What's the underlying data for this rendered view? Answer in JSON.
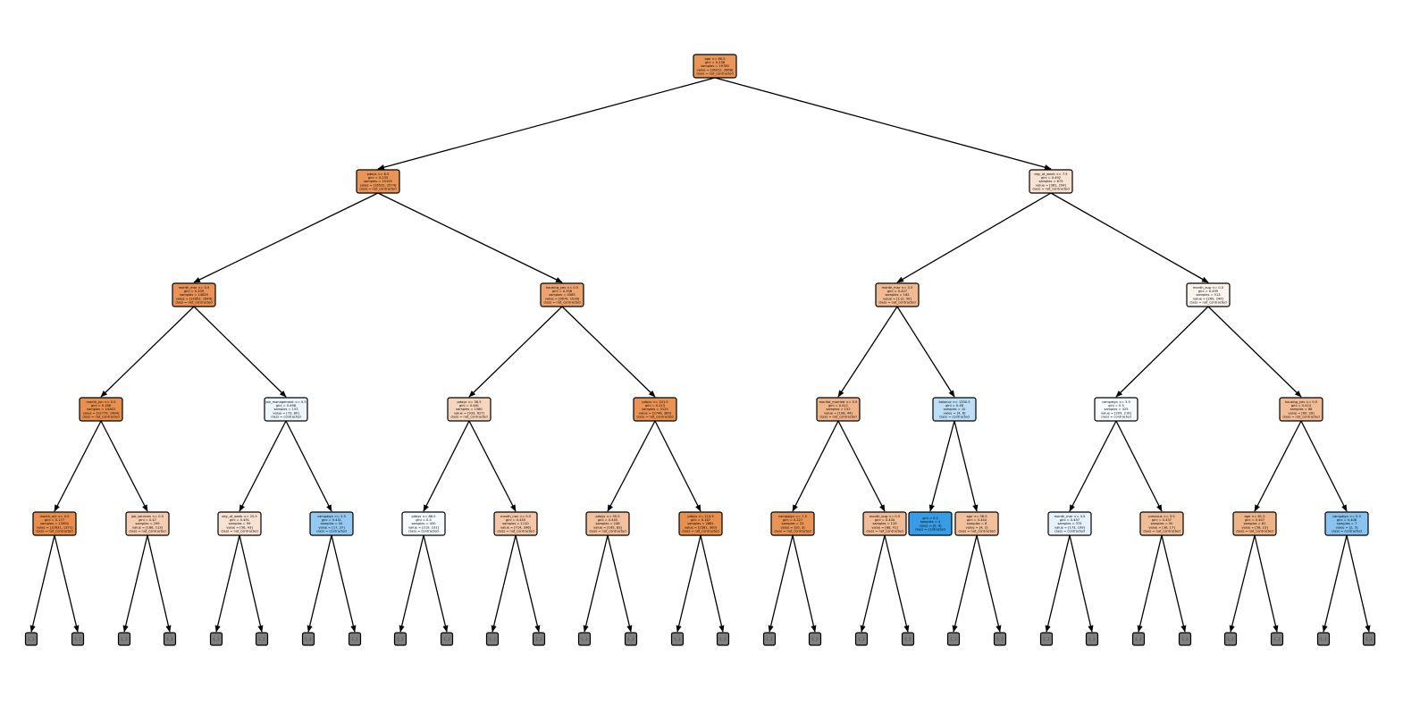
{
  "colors": {
    "class_not_contracted": "#e58139",
    "class_contracted": "#399de5",
    "truncated_leaf": "#808080"
  },
  "tree": {
    "nodes": [
      {
        "id": "n0",
        "lines": [
          "age <= 60.5",
          "gini = 0.238",
          "samples = 19780",
          "value = [16912, 2868]",
          "class = not_contracted"
        ],
        "fill": "#e9965a"
      },
      {
        "id": "n1",
        "lines": [
          "pdays <= 8.5",
          "gini = 0.233",
          "samples = 19105",
          "value = [16531, 2574]",
          "class = not_contracted"
        ],
        "fill": "#e99558"
      },
      {
        "id": "n2",
        "lines": [
          "day_of_week <= 7.5",
          "gini = 0.492",
          "samples = 675",
          "value = [381, 294]",
          "class = not_contracted"
        ],
        "fill": "#f9e2d2"
      },
      {
        "id": "n3",
        "lines": [
          "month_mar <= 0.5",
          "gini = 0.339",
          "samples = 14829",
          "value = [12852, 1644]",
          "class = not_contracted"
        ],
        "fill": "#e99356"
      },
      {
        "id": "n4",
        "lines": [
          "housing_yes <= 0.5",
          "gini = 0.338",
          "samples = 4585",
          "value = [3679, 1016]",
          "class = not_contracted"
        ],
        "fill": "#eca470"
      },
      {
        "id": "n5",
        "lines": [
          "month_mar <= 0.5",
          "gini = 0.427",
          "samples = 162",
          "value = [112, 50]",
          "class = not_contracted"
        ],
        "fill": "#f1ba92"
      },
      {
        "id": "n6",
        "lines": [
          "month_aug <= 0.5",
          "gini = 0.499",
          "samples = 513",
          "value = [269, 244]",
          "class = not_contracted"
        ],
        "fill": "#fdf3ed"
      },
      {
        "id": "n7",
        "lines": [
          "month_jun <= 0.5",
          "gini = 0.186",
          "samples = 14263",
          "value = [12779, 1484]",
          "class = not_contracted"
        ],
        "fill": "#e89050"
      },
      {
        "id": "n8",
        "lines": [
          "job_management <= 0.5",
          "gini = 0.498",
          "samples = 153",
          "value = [73, 80]",
          "class = contracted"
        ],
        "fill": "#eef6fd"
      },
      {
        "id": "n9",
        "lines": [
          "pdays <= 38.5",
          "gini = 0.461",
          "samples = 1560",
          "value = [933, 627]",
          "class = not_contracted"
        ],
        "fill": "#f6d5bd"
      },
      {
        "id": "n10",
        "lines": [
          "pdays <= 101.5",
          "gini = 0.213",
          "samples = 3125",
          "value = [2746, 389]",
          "class = not_contracted"
        ],
        "fill": "#e99355"
      },
      {
        "id": "n11",
        "lines": [
          "marital_married <= 0.5",
          "gini = 0.411",
          "samples = 152",
          "value = [108, 44]",
          "class = not_contracted"
        ],
        "fill": "#f0b48a"
      },
      {
        "id": "n12",
        "lines": [
          "balance <= 1330.5",
          "gini = 0.48",
          "samples = 10",
          "value = [4, 6]",
          "class = contracted"
        ],
        "fill": "#bddef6"
      },
      {
        "id": "n13",
        "lines": [
          "campaign <= 3.5",
          "gini = 0.5",
          "samples = 425",
          "value = [209, 216]",
          "class = contracted"
        ],
        "fill": "#f9fcfe"
      },
      {
        "id": "n14",
        "lines": [
          "housing_yes <= 0.5",
          "gini = 0.414",
          "samples = 88",
          "value = [60, 28]",
          "class = not_contracted"
        ],
        "fill": "#f1bc96"
      },
      {
        "id": "n15",
        "lines": [
          "month_oct <= 0.5",
          "gini = 0.177",
          "samples = 13994",
          "value = [12631, 1371]",
          "class = not_contracted"
        ],
        "fill": "#e88f4f"
      },
      {
        "id": "n16",
        "lines": [
          "job_services <= 0.5",
          "gini = 0.47",
          "samples = 299",
          "value = [186, 113]",
          "class = not_contracted"
        ],
        "fill": "#f5ceb1"
      },
      {
        "id": "n17",
        "lines": [
          "day_of_week <= 25.5",
          "gini = 0.491",
          "samples = 99",
          "value = [56, 43]",
          "class = not_contracted"
        ],
        "fill": "#f9e2d1"
      },
      {
        "id": "n18",
        "lines": [
          "campaign <= 3.5",
          "gini = 0.431",
          "samples = 54",
          "value = [17, 37]",
          "class = contracted"
        ],
        "fill": "#94caf1"
      },
      {
        "id": "n19",
        "lines": [
          "pdays <= 88.5",
          "gini = 0.5",
          "samples = 450",
          "value = [219, 231]",
          "class = contracted"
        ],
        "fill": "#f5fafe"
      },
      {
        "id": "n20",
        "lines": [
          "month_nov <= 0.5",
          "gini = 0.455",
          "samples = 1110",
          "value = [714, 396]",
          "class = not_contracted"
        ],
        "fill": "#f3c7a7"
      },
      {
        "id": "n21",
        "lines": [
          "pdays <= 95.5",
          "gini = 0.445",
          "samples = 248",
          "value = [165, 83]",
          "class = not_contracted"
        ],
        "fill": "#f2c09c"
      },
      {
        "id": "n22",
        "lines": [
          "pdays <= 114.5",
          "gini = 0.187",
          "samples = 2881",
          "value = [2581, 300]",
          "class = not_contracted"
        ],
        "fill": "#e89050"
      },
      {
        "id": "n23",
        "lines": [
          "campaign <= 7.5",
          "gini = 0.227",
          "samples = 23",
          "value = [20, 3]",
          "class = not_contracted"
        ],
        "fill": "#e99457"
      },
      {
        "id": "n24",
        "lines": [
          "month_aug <= 0.5",
          "gini = 0.434",
          "samples = 129",
          "value = [88, 41]",
          "class = not_contracted"
        ],
        "fill": "#f1bc95"
      },
      {
        "id": "n25",
        "lines": [
          "gini = 0.0",
          "samples = 4",
          "value = [0, 4]",
          "class = contracted"
        ],
        "fill": "#399de5"
      },
      {
        "id": "n26",
        "lines": [
          "age <= 58.5",
          "gini = 0.444",
          "samples = 6",
          "value = [4, 2]",
          "class = not_contracted"
        ],
        "fill": "#f2c09c"
      },
      {
        "id": "n27",
        "lines": [
          "month_mar <= 4.5",
          "gini = 0.497",
          "samples = 375",
          "value = [173, 199]",
          "class = contracted"
        ],
        "fill": "#e5f2fc"
      },
      {
        "id": "n28",
        "lines": [
          "previous <= 3.5",
          "gini = 0.437",
          "samples = 50",
          "value = [36, 17]",
          "class = not_contracted"
        ],
        "fill": "#f1bd97"
      },
      {
        "id": "n29",
        "lines": [
          "age <= 61.5",
          "gini = 0.407",
          "samples = 81",
          "value = [58, 23]",
          "class = not_contracted"
        ],
        "fill": "#efb388"
      },
      {
        "id": "n30",
        "lines": [
          "campaign <= 5.5",
          "gini = 0.408",
          "samples = 7",
          "value = [2, 5]",
          "class = contracted"
        ],
        "fill": "#88c4ef"
      }
    ],
    "leaf_label": "(...)",
    "leaf_count": 30
  }
}
